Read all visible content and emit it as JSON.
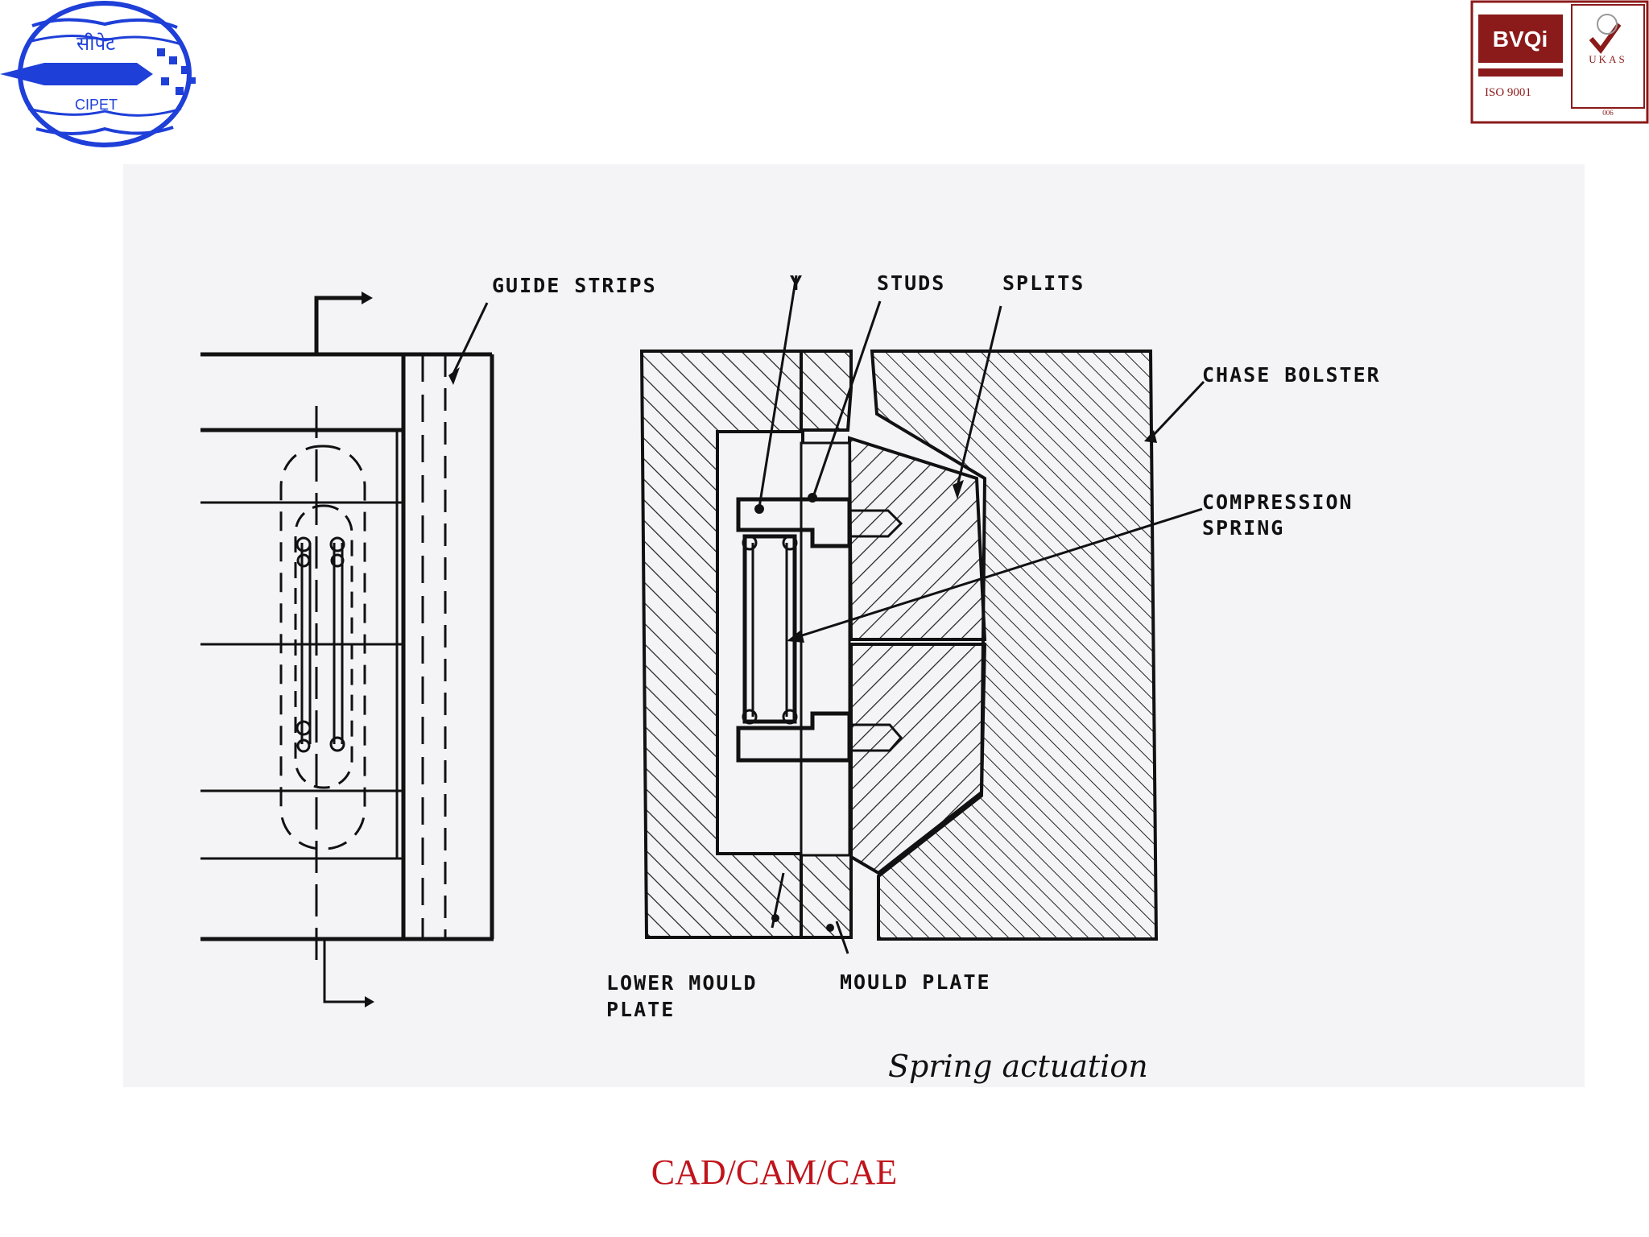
{
  "header": {
    "left_logo": {
      "icon": "cipet-logo",
      "hindi_text": "सीपेट",
      "text": "CIPET",
      "color": "#1e3fd8"
    },
    "right_logo": {
      "icon": "bvqi-ukas-certification",
      "brand": "BVQi",
      "standard": "ISO 9001",
      "accreditor": "UKAS",
      "code": "006",
      "color": "#8b1a1a"
    }
  },
  "diagram": {
    "labels": {
      "guide_strips": "GUIDE STRIPS",
      "y": "Y",
      "studs": "STUDS",
      "splits": "SPLITS",
      "chase_bolster": "CHASE BOLSTER",
      "compression_spring_1": "COMPRESSION",
      "compression_spring_2": "SPRING",
      "lower_mould_1": "LOWER MOULD",
      "lower_mould_2": "PLATE",
      "mould_plate": "MOULD PLATE"
    },
    "caption": "Spring actuation"
  },
  "footer": {
    "title": "CAD/CAM/CAE",
    "color": "#c0141c"
  }
}
